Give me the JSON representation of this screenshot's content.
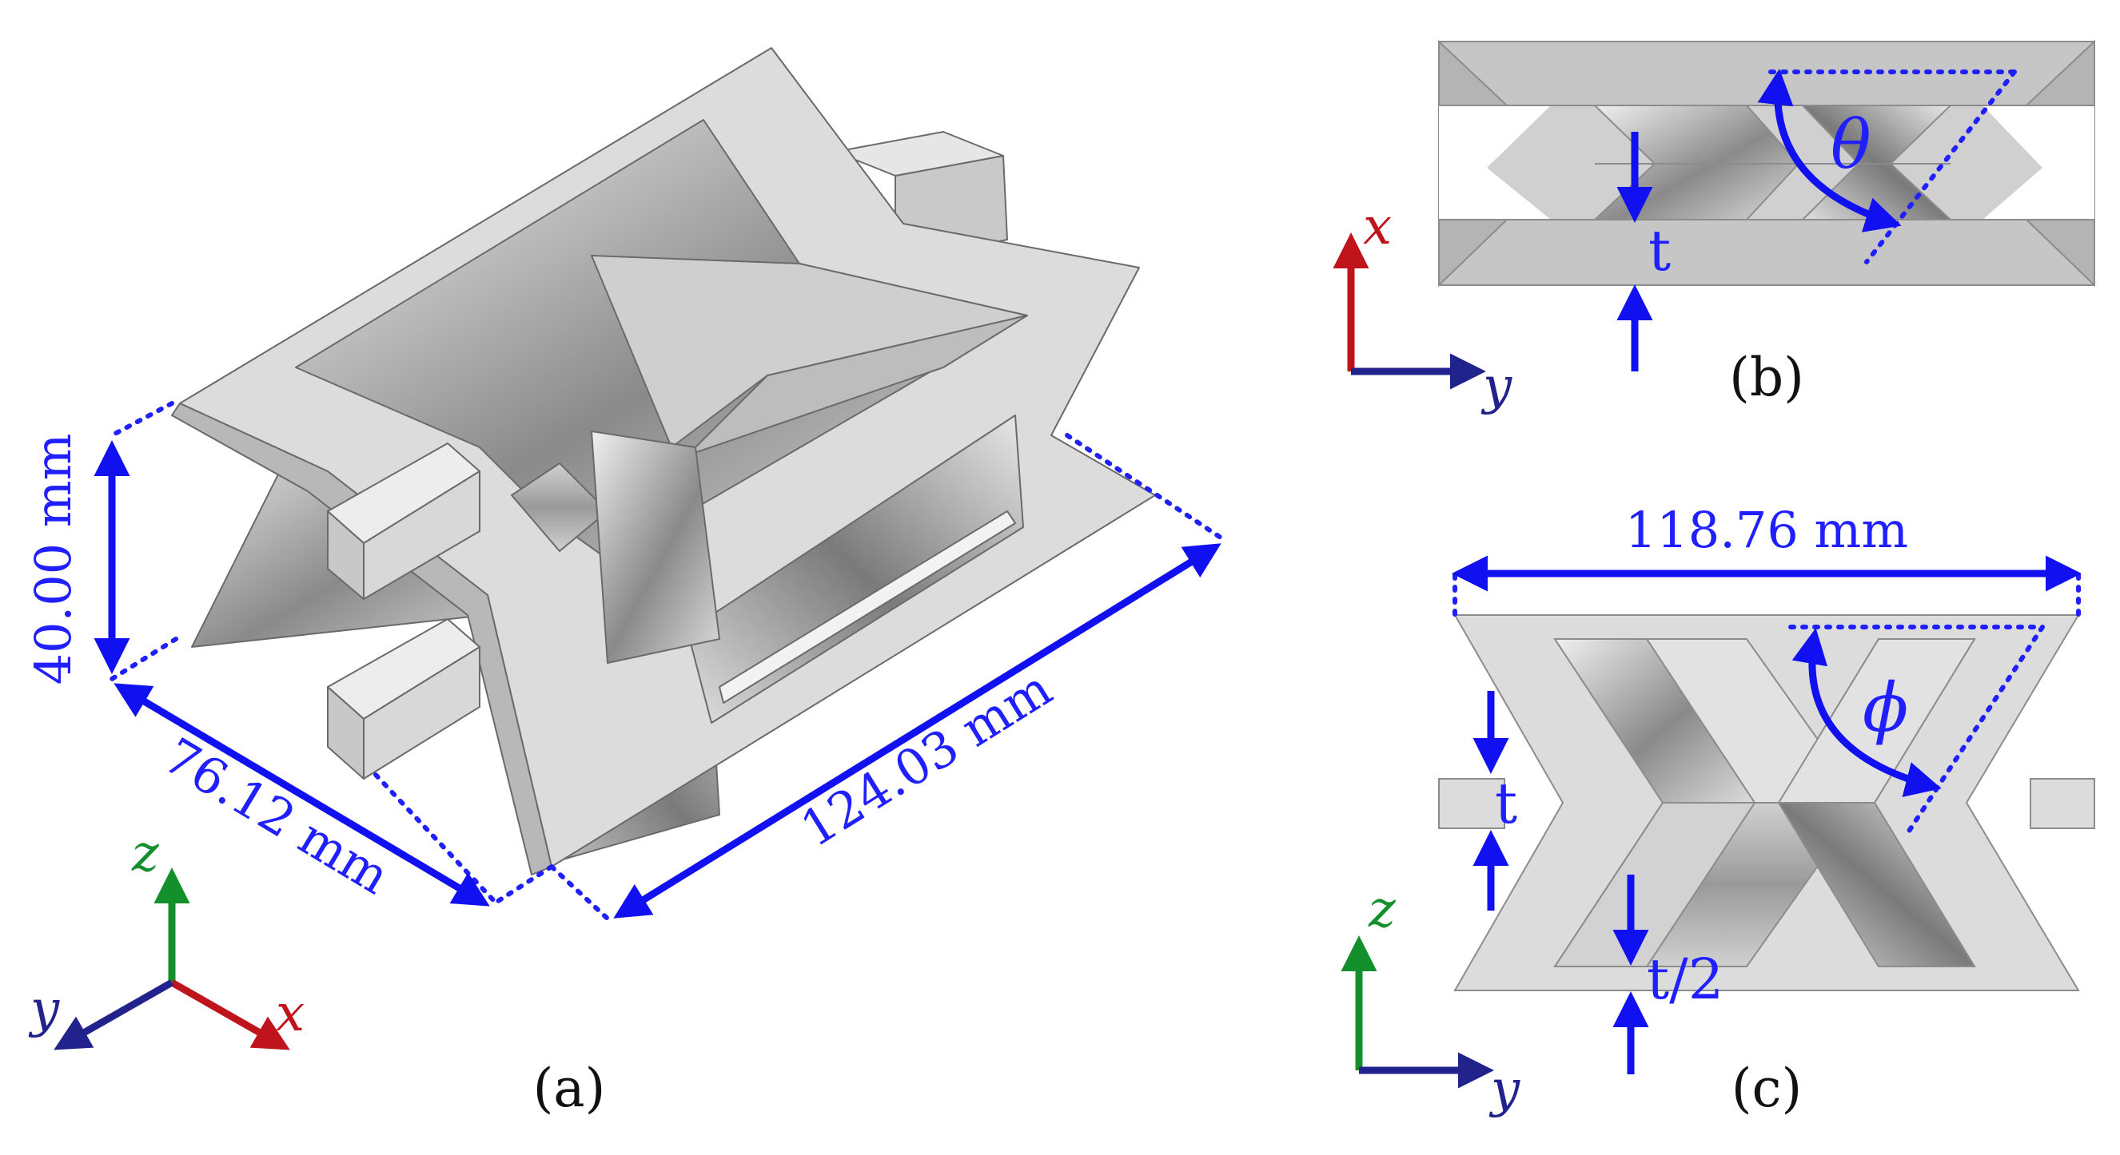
{
  "panel_a": {
    "caption": "(a)",
    "dim_height": "40.00 mm",
    "dim_width": "76.12 mm",
    "dim_length": "124.03 mm",
    "axes": {
      "x": "x",
      "y": "y",
      "z": "z"
    }
  },
  "panel_b": {
    "caption": "(b)",
    "thickness": "t",
    "angle": "θ",
    "axes": {
      "x": "x",
      "y": "y"
    }
  },
  "panel_c": {
    "caption": "(c)",
    "dim_width": "118.76 mm",
    "thickness": "t",
    "half_thickness": "t/2",
    "angle": "ϕ",
    "axes": {
      "z": "z",
      "y": "y"
    }
  },
  "colors": {
    "annotation_blue": "#1f1fff",
    "x_axis_red": "#c0141c",
    "y_axis_navy": "#22228c",
    "z_axis_green": "#13902c",
    "part_gray": "#d6d6d6"
  }
}
